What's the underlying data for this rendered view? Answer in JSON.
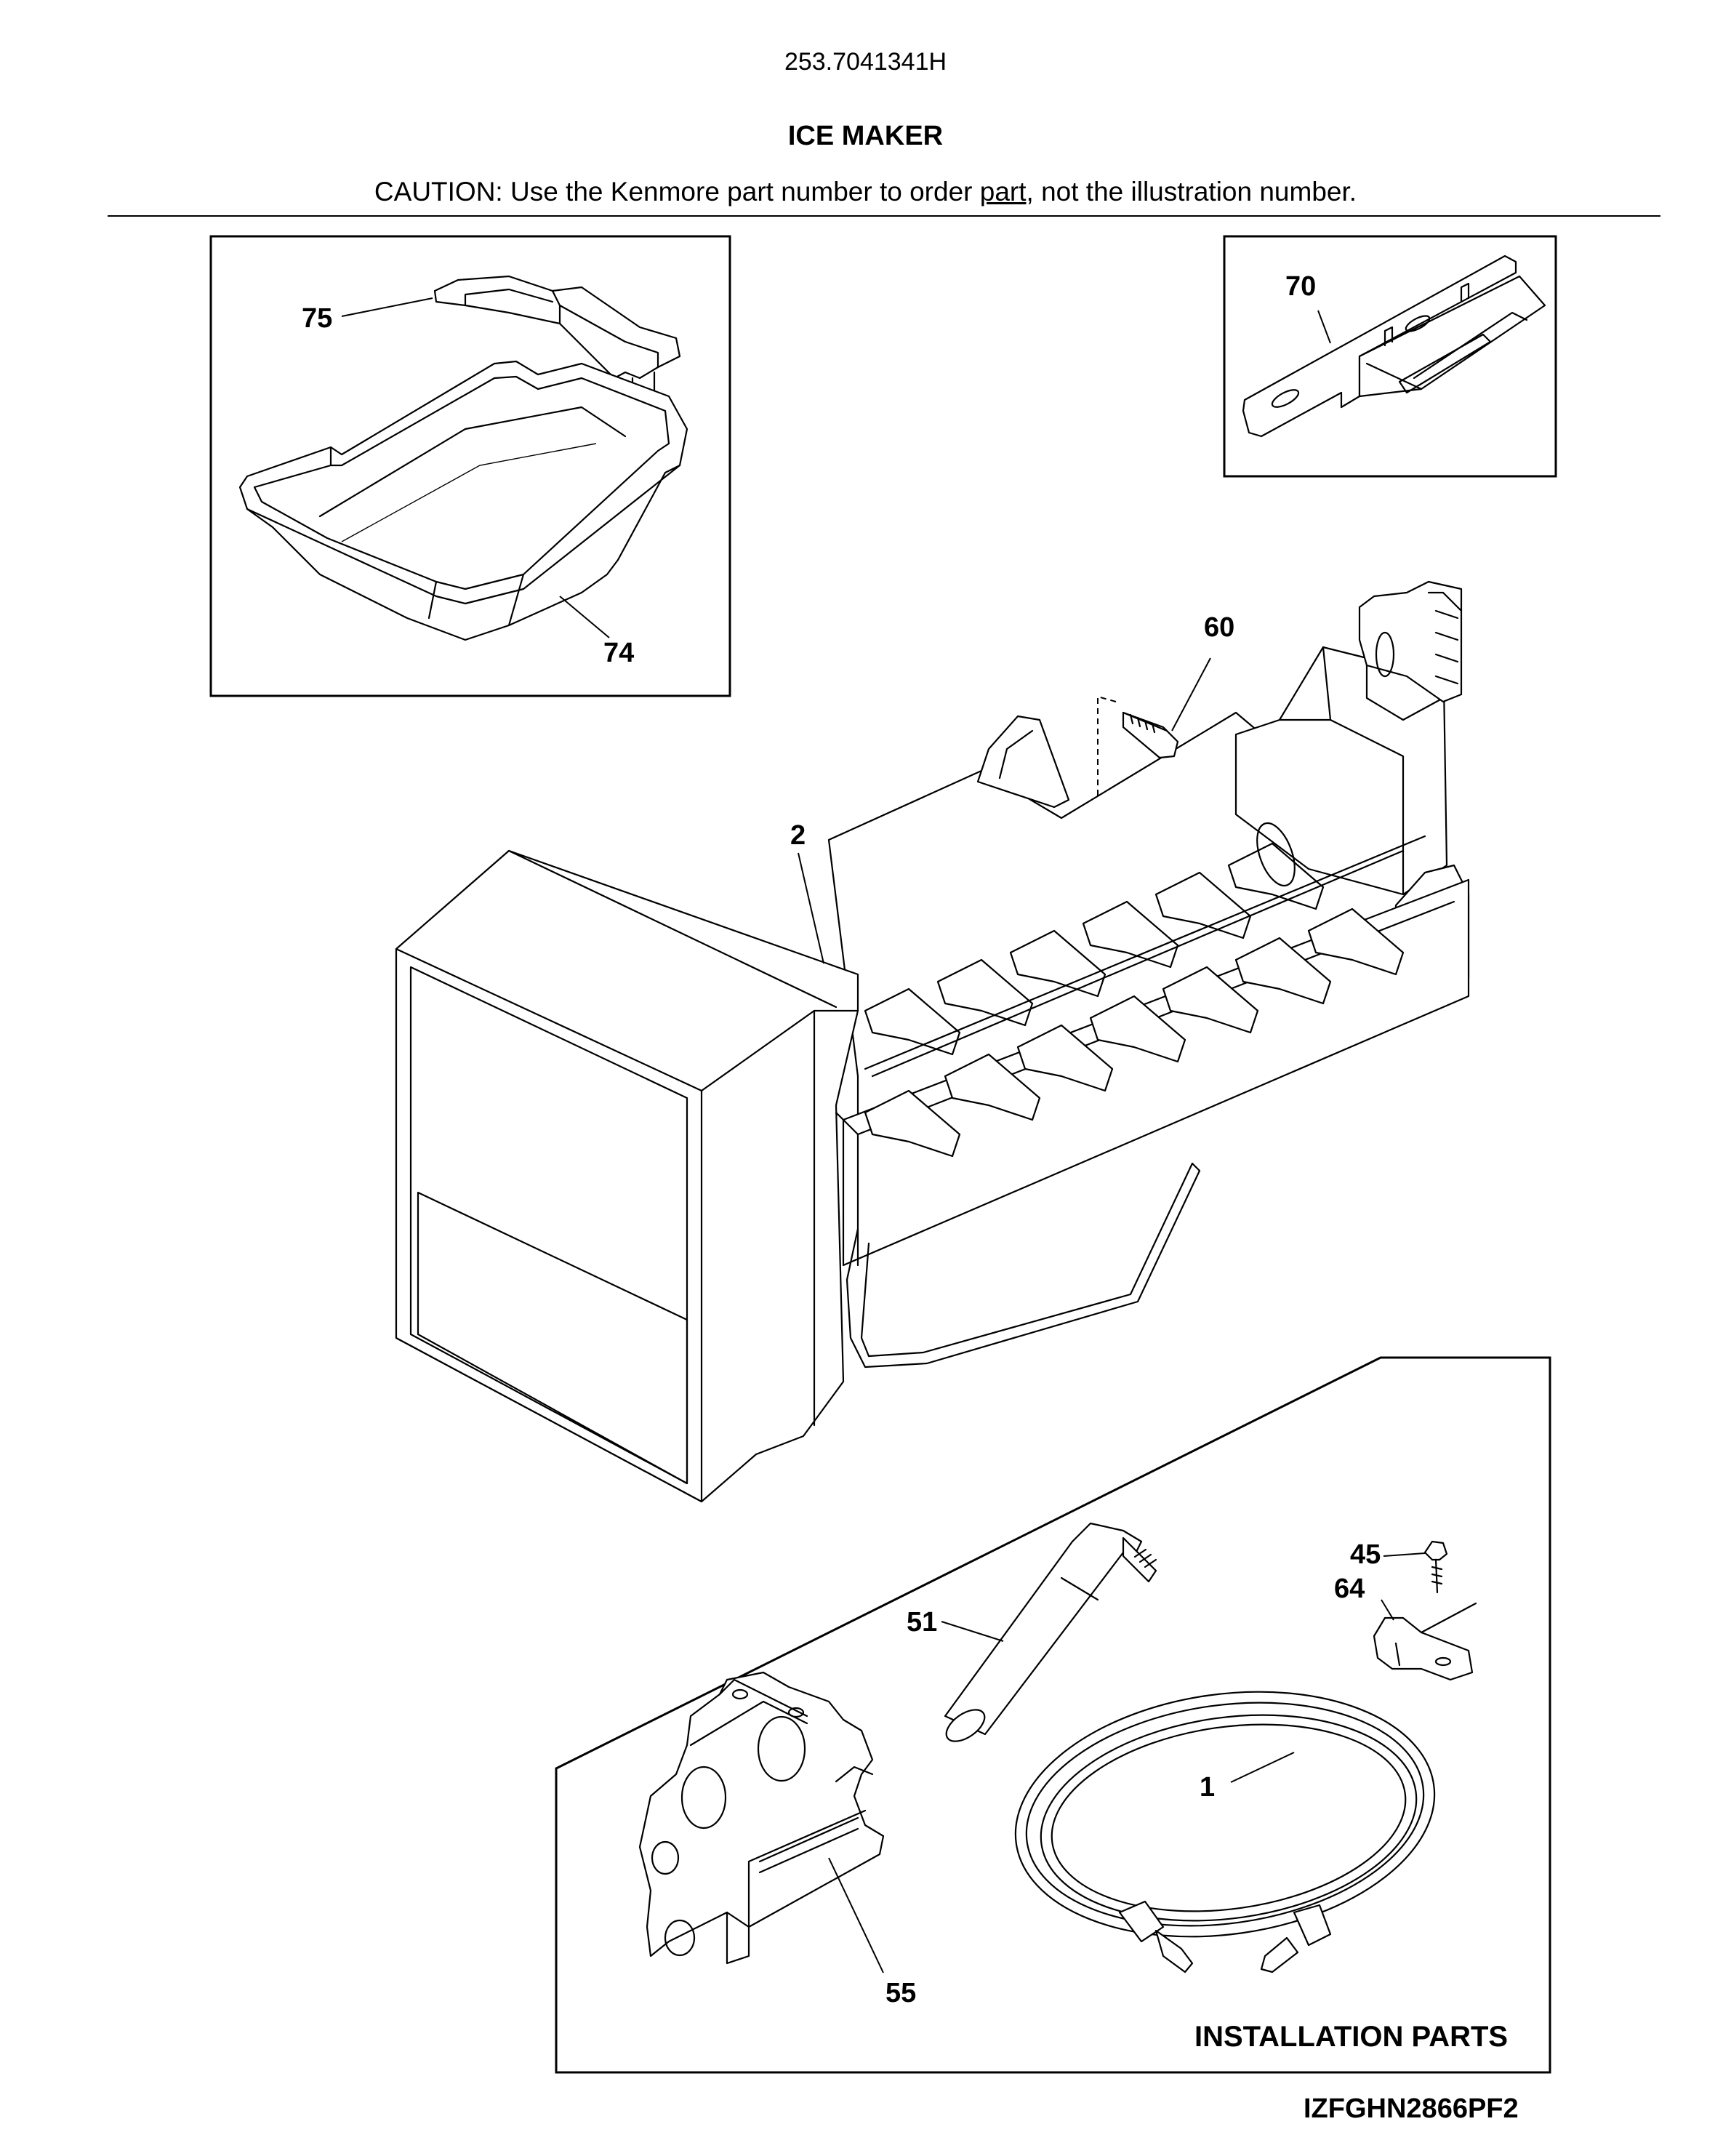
{
  "header": {
    "model_number": "253.7041341H",
    "title": "ICE MAKER",
    "caution_before": "CAUTION: Use the Kenmore part number to order ",
    "caution_underlined": "part",
    "caution_after": ", not the illustration number."
  },
  "callouts": {
    "p75": "75",
    "p74": "74",
    "p70": "70",
    "p60": "60",
    "p2": "2",
    "p45": "45",
    "p64": "64",
    "p51": "51",
    "p1": "1",
    "p55": "55"
  },
  "installation_label": "INSTALLATION PARTS",
  "figure_code": "IZFGHN2866PF2"
}
